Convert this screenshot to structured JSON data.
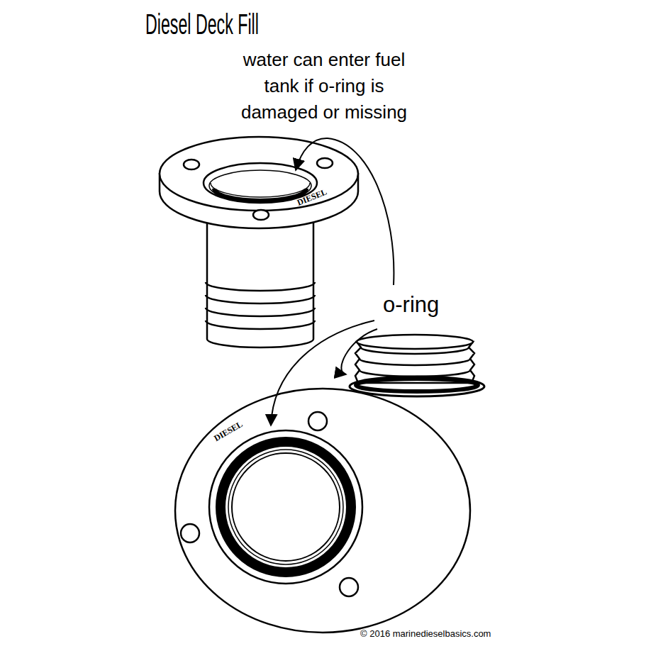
{
  "diagram": {
    "title": "Diesel Deck Fill",
    "labels": [
      "water can enter fuel tank if o-ring is damaged or missing",
      "o-ring",
      "DIESEL",
      "DIESEL",
      "© 2016 marinedieselbasics.com"
    ]
  }
}
